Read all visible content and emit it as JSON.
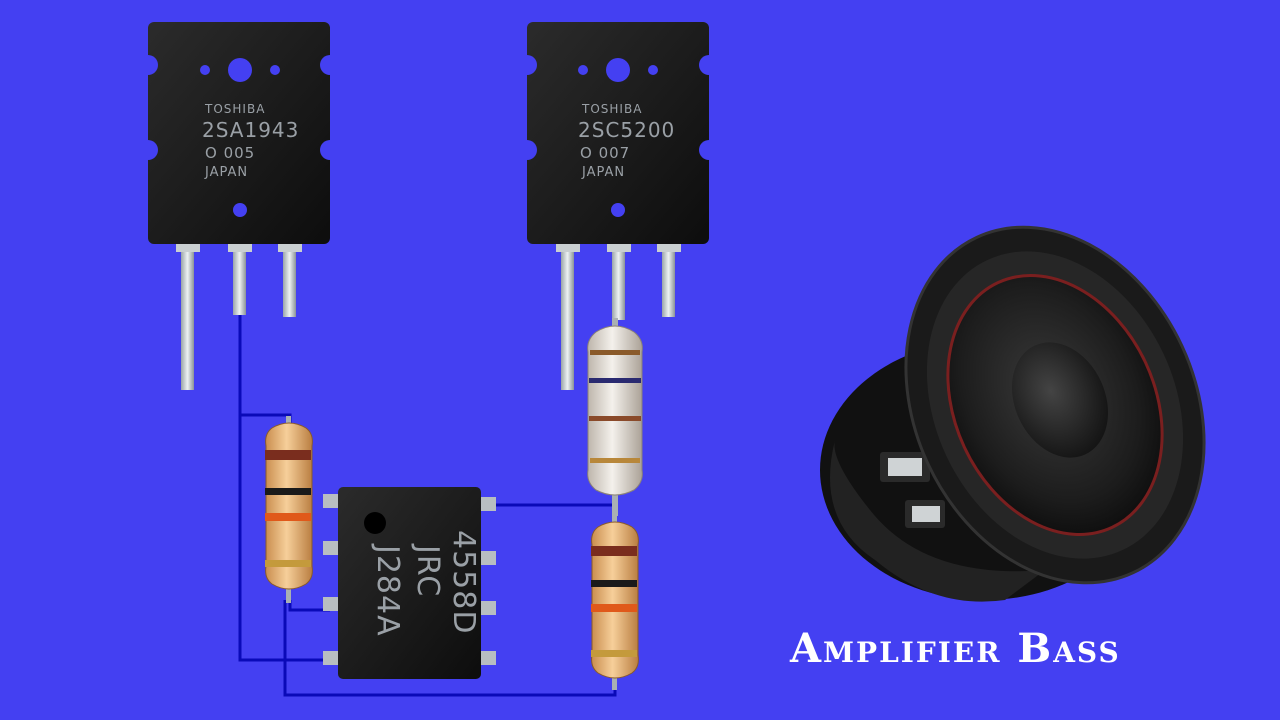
{
  "title": "Amplifier Bass",
  "transistor_left": {
    "brand": "TOSHIBA",
    "part": "2SA1943",
    "code": "O  005",
    "origin": "JAPAN"
  },
  "transistor_right": {
    "brand": "TOSHIBA",
    "part": "2SC5200",
    "code": "O  007",
    "origin": "JAPAN"
  },
  "ic": {
    "line1": "4558D",
    "line2": "JRC",
    "line3": "J284A"
  },
  "colors": {
    "background": "#4440f2",
    "wire": "#0a0ab8",
    "chip": "#1a1a1a",
    "resistor_body": "#e9b77a",
    "power_resistor_body": "#e6e1da"
  }
}
